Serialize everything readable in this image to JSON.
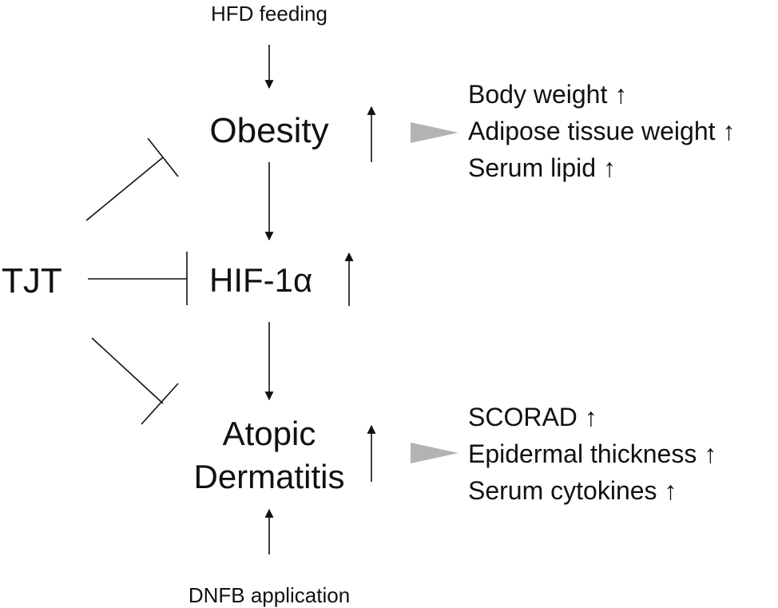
{
  "inputs": {
    "top": "HFD feeding",
    "bottom": "DNFB application"
  },
  "treatment": "TJT",
  "nodes": {
    "obesity": "Obesity",
    "hif": "HIF-1α",
    "ad_line1": "Atopic",
    "ad_line2": "Dermatitis"
  },
  "obesity_effects": [
    "Body weight ↑",
    "Adipose tissue weight ↑",
    "Serum lipid ↑"
  ],
  "ad_effects": [
    "SCORAD ↑",
    "Epidermal thickness ↑",
    "Serum cytokines ↑"
  ],
  "colors": {
    "line": "#111111",
    "pointer": "#b3b3b3"
  }
}
